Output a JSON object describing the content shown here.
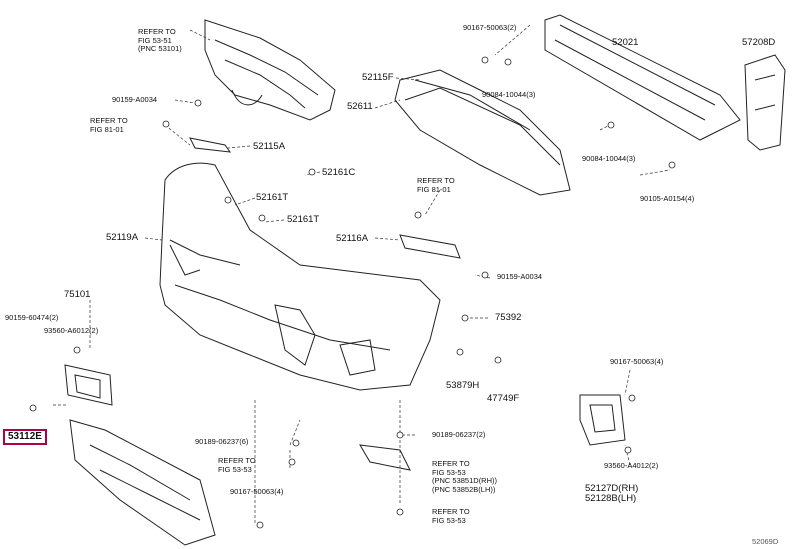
{
  "labels": {
    "l_53101_ref": "REFER TO\nFIG 53-51\n(PNC 53101)",
    "l_90167_top": "90167-50063(2)",
    "l_52021": "52021",
    "l_57208d": "57208D",
    "l_52115f": "52115F",
    "l_90084_a": "90084-10044(3)",
    "l_52611": "52611",
    "l_90159_a0034_top": "90159-A0034",
    "l_fig81_left": "REFER TO\nFIG 81-01",
    "l_52115a": "52115A",
    "l_90084_b": "90084-10044(3)",
    "l_52161c": "52161C",
    "l_90105": "90105-A0154(4)",
    "l_52161t_a": "52161T",
    "l_52161t_b": "52161T",
    "l_fig81_mid": "REFER TO\nFIG 81-01",
    "l_52119a": "52119A",
    "l_52116a": "52116A",
    "l_90159_a0034_mid": "90159-A0034",
    "l_75101": "75101",
    "l_90159_60474": "90159-60474(2)",
    "l_93560_a6012": "93560-A6012(2)",
    "l_75392": "75392",
    "l_90167_right": "90167-50063(4)",
    "l_53879h": "53879H",
    "l_47749f": "47749F",
    "l_53112e": "53112E",
    "l_90189_a": "90189-06237(6)",
    "l_90189_b": "90189-06237(2)",
    "l_fig53_53_a": "REFER TO\nFIG 53-53",
    "l_fig53_53_b": "REFER TO\nFIG 53-53\n(PNC 53851D(RH))\n(PNC 53852B(LH))",
    "l_93560_a4012": "93560-A4012(2)",
    "l_90167_bottom": "90167-50063(4)",
    "l_52127d": "52127D(RH)\n52128B(LH)",
    "l_fig53_53_c": "REFER TO\nFIG 53-53",
    "l_corner": "52069D"
  },
  "highlight_color": "#b0004a"
}
